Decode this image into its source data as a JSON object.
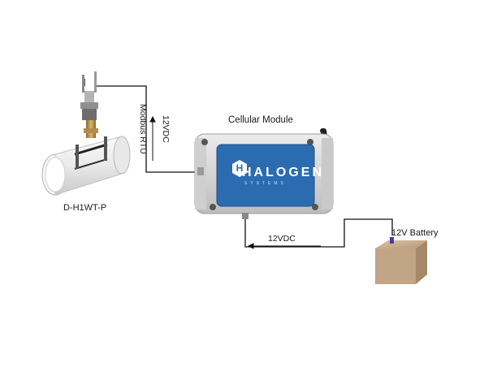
{
  "labels": {
    "device": "D-H1WT-P",
    "module": "Cellular Module",
    "battery": "12V Battery",
    "modbus": "Modbus RTU",
    "power_top": "12VDC",
    "power_bottom": "12VDC"
  },
  "logo": {
    "name": "HALOGEN",
    "sub": "SYSTEMS",
    "letter": "H"
  },
  "colors": {
    "module_blue": "#2b6cb0",
    "module_housing": "#d9d9d9",
    "battery": "#c2a584",
    "wire": "#111111"
  }
}
